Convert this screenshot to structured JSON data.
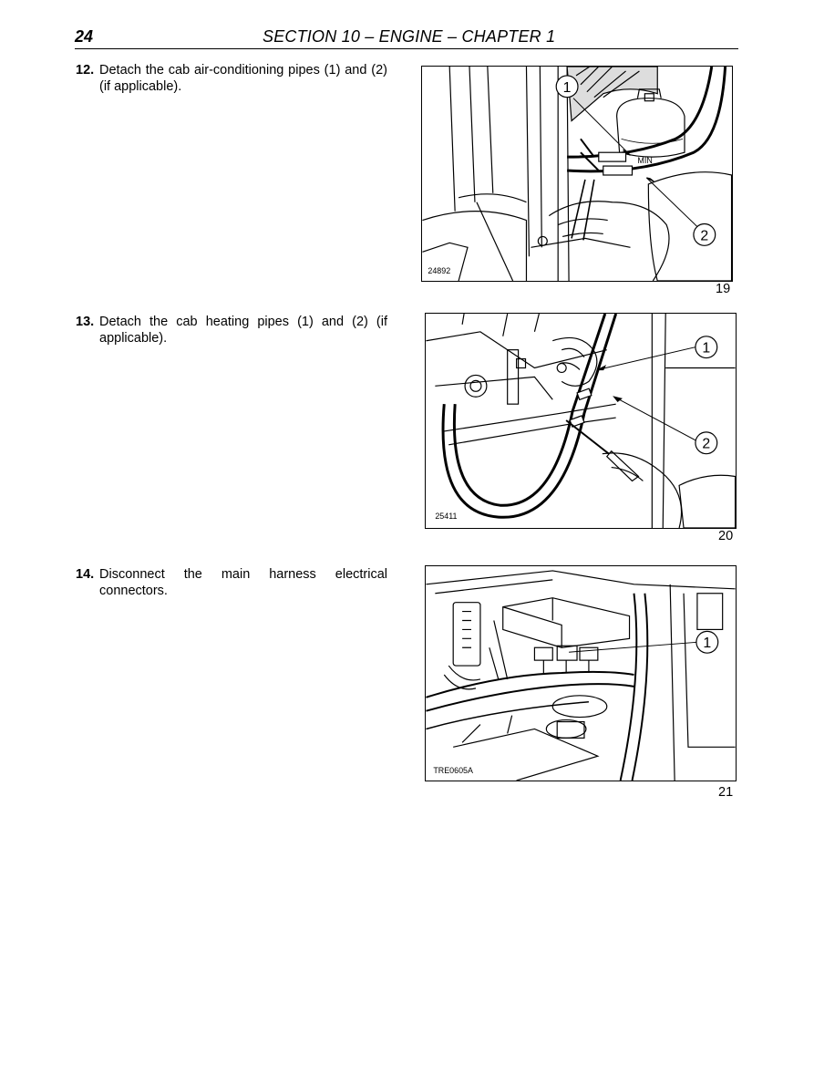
{
  "header": {
    "page_number": "24",
    "section_title": "SECTION 10 – ENGINE – CHAPTER 1"
  },
  "steps": [
    {
      "number": "12.",
      "text": "Detach the cab air-conditioning pipes (1) and (2) (if applicable).",
      "figure": {
        "code": "24892",
        "number": "19",
        "callouts": [
          "1",
          "2"
        ]
      }
    },
    {
      "number": "13.",
      "text": "Detach the cab heating pipes (1) and (2) (if applicable).",
      "figure": {
        "code": "25411",
        "number": "20",
        "callouts": [
          "1",
          "2"
        ]
      }
    },
    {
      "number": "14.",
      "text": "Disconnect the main harness electrical connectors.",
      "figure": {
        "code": "TRE0605A",
        "number": "21",
        "callouts": [
          "1"
        ]
      }
    }
  ],
  "figure19_label": "MIN"
}
